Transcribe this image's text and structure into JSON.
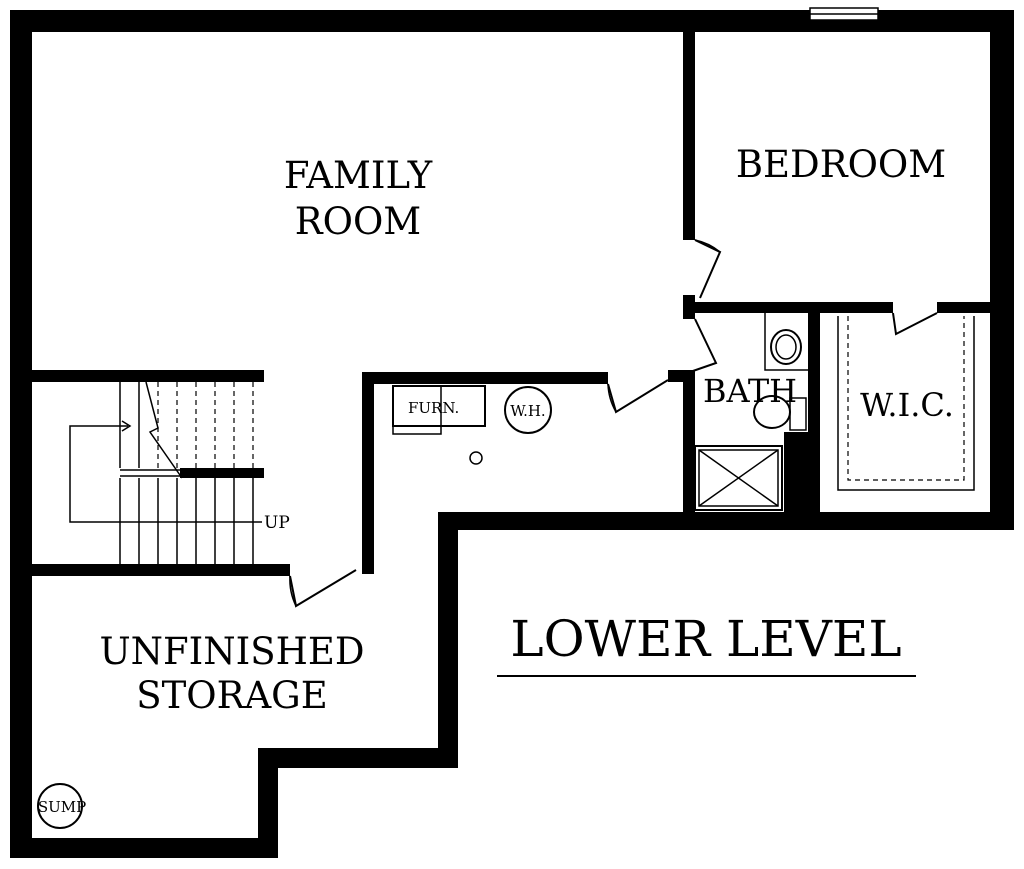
{
  "plan": {
    "title": "LOWER LEVEL",
    "rooms": {
      "family_room": [
        "FAMILY",
        "ROOM"
      ],
      "bedroom": "BEDROOM",
      "bath": "BATH",
      "wic": "W.I.C.",
      "unfinished_storage": [
        "UNFINISHED",
        "STORAGE"
      ]
    },
    "fixtures": {
      "furnace": "FURN.",
      "water_heater": "W.H.",
      "sump": "SUMP",
      "stairs": "UP"
    },
    "colors": {
      "wall": "#000000",
      "background": "#ffffff"
    }
  }
}
